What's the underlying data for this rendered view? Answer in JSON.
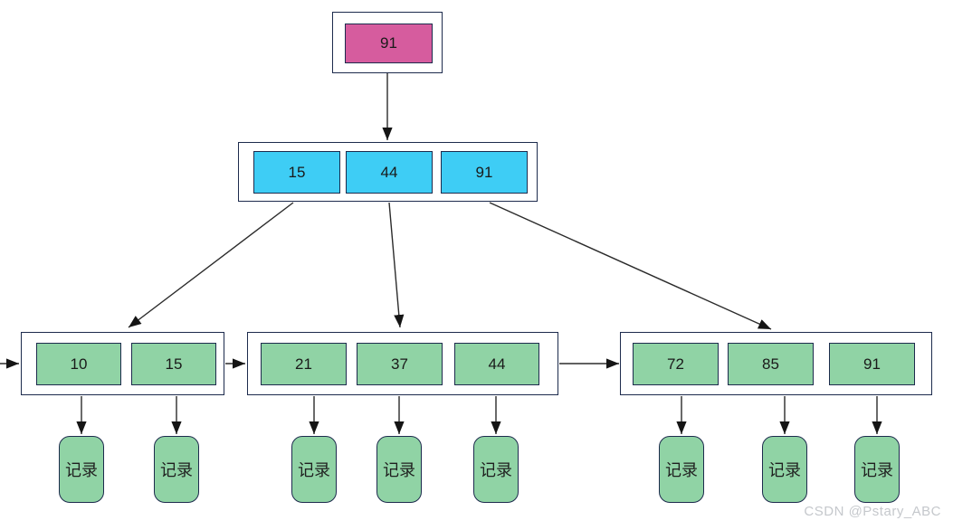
{
  "diagram": {
    "type": "b-plus-tree",
    "watermark": "CSDN @Pstary_ABC",
    "record_label": "记录",
    "root": {
      "keys": [
        "91"
      ]
    },
    "internal": {
      "keys": [
        "15",
        "44",
        "91"
      ]
    },
    "leaves": [
      {
        "keys": [
          "10",
          "15"
        ]
      },
      {
        "keys": [
          "21",
          "37",
          "44"
        ]
      },
      {
        "keys": [
          "72",
          "85",
          "91"
        ]
      }
    ],
    "colors": {
      "root_key_fill": "#d65c9e",
      "internal_key_fill": "#3ecdf5",
      "leaf_key_fill": "#90d3a5",
      "record_fill": "#90d3a5",
      "node_border": "#1d2b4d",
      "arrow": "#2b2b2b",
      "watermark_text": "#c5c8cc"
    }
  }
}
